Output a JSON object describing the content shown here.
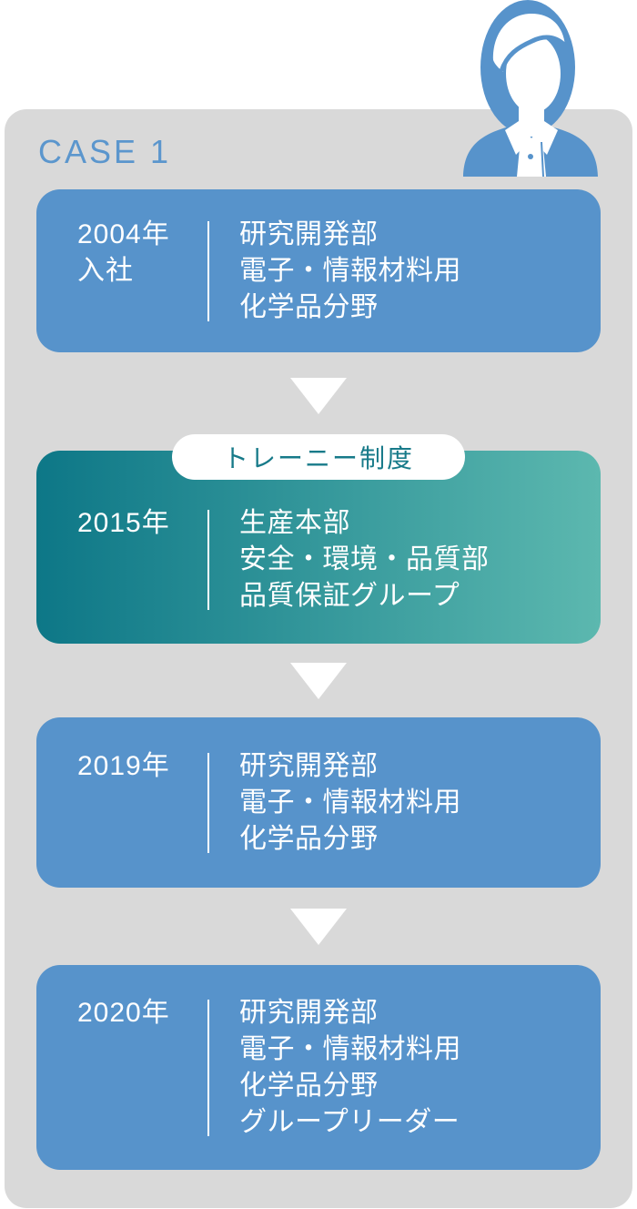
{
  "header": {
    "case_label": "CASE 1"
  },
  "timeline": [
    {
      "year": "2004年",
      "year_note": "入社",
      "department_lines": [
        "研究開発部",
        "電子・情報材料用",
        "化学品分野"
      ]
    },
    {
      "year": "2015年",
      "badge": "トレーニー制度",
      "department_lines": [
        "生産本部",
        "安全・環境・品質部",
        "品質保証グループ"
      ]
    },
    {
      "year": "2019年",
      "department_lines": [
        "研究開発部",
        "電子・情報材料用",
        "化学品分野"
      ]
    },
    {
      "year": "2020年",
      "department_lines": [
        "研究開発部",
        "電子・情報材料用",
        "化学品分野",
        "グループリーダー"
      ]
    }
  ],
  "colors": {
    "card_blue": "#5793cb",
    "panel_gray": "#d9d9d9",
    "teal_gradient_start": "#0d7787",
    "teal_gradient_end": "#5cb8af",
    "badge_text": "#177a89",
    "case_label_blue": "#5b96cd",
    "text_white": "#ffffff"
  }
}
